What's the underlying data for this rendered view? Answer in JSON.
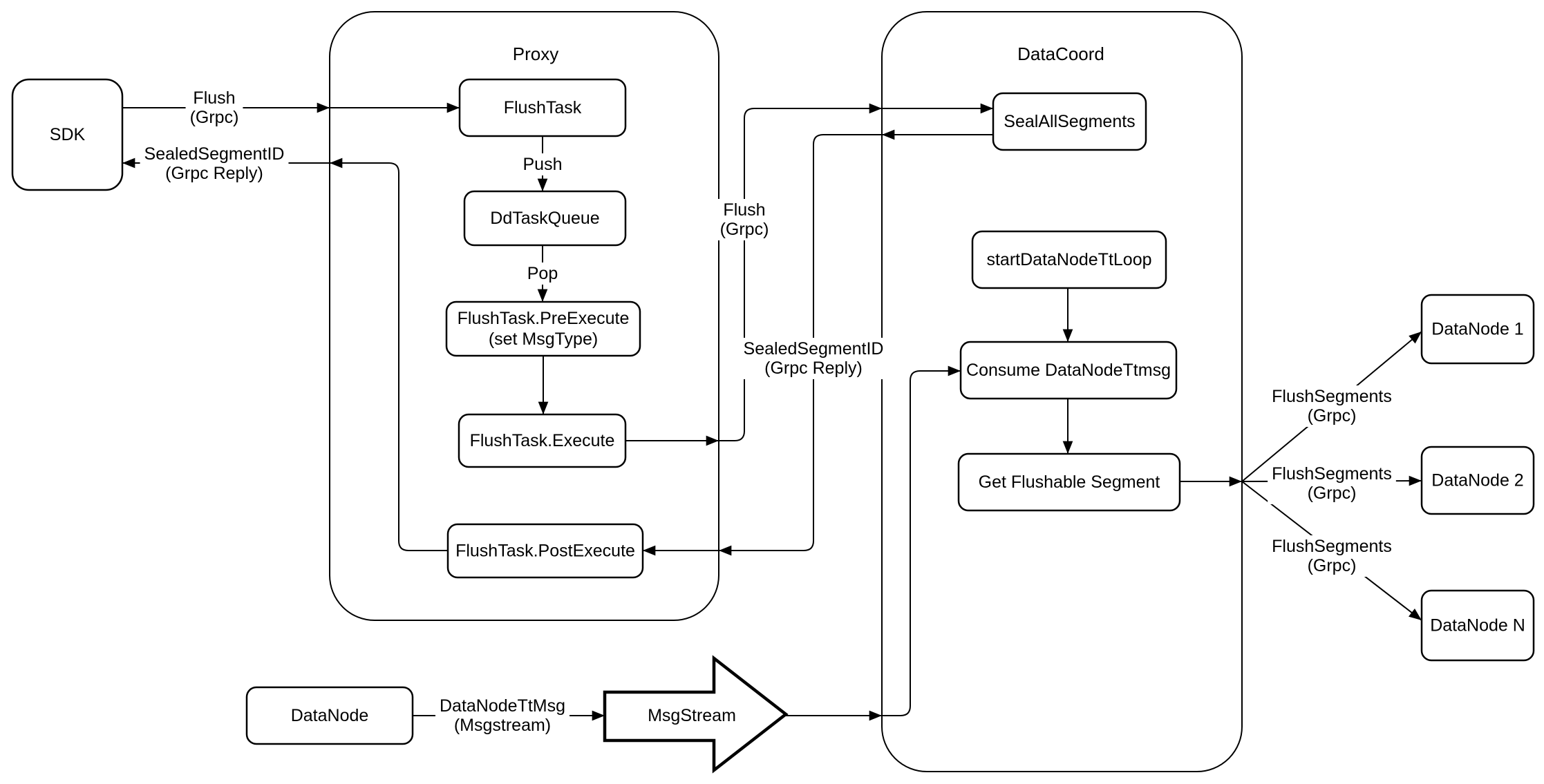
{
  "diagram": {
    "containers": {
      "proxy": {
        "title": "Proxy"
      },
      "datacoord": {
        "title": "DataCoord"
      }
    },
    "nodes": {
      "sdk": {
        "label": "SDK"
      },
      "flushtask": {
        "label": "FlushTask"
      },
      "ddtaskqueue": {
        "label": "DdTaskQueue"
      },
      "preexecute": {
        "label": "FlushTask.PreExecute",
        "label2": "(set MsgType)"
      },
      "execute": {
        "label": "FlushTask.Execute"
      },
      "postexecute": {
        "label": "FlushTask.PostExecute"
      },
      "sealallsegments": {
        "label": "SealAllSegments"
      },
      "startdatanodettloop": {
        "label": "startDataNodeTtLoop"
      },
      "consume": {
        "label": "Consume DataNodeTtmsg"
      },
      "getflushable": {
        "label": "Get Flushable Segment"
      },
      "datanode1": {
        "label": "DataNode 1"
      },
      "datanode2": {
        "label": "DataNode 2"
      },
      "datanoden": {
        "label": "DataNode N"
      },
      "datanode": {
        "label": "DataNode"
      },
      "msgstream": {
        "label": "MsgStream"
      }
    },
    "edge_labels": {
      "flush_sdk": {
        "line1": "Flush",
        "line2": "(Grpc)"
      },
      "sealed_sdk": {
        "line1": "SealedSegmentID",
        "line2": "(Grpc Reply)"
      },
      "push": {
        "line1": "Push"
      },
      "pop": {
        "line1": "Pop"
      },
      "flush_mid": {
        "line1": "Flush",
        "line2": "(Grpc)"
      },
      "sealed_mid": {
        "line1": "SealedSegmentID",
        "line2": "(Grpc Reply)"
      },
      "flushsegments_1": {
        "line1": "FlushSegments",
        "line2": "(Grpc)"
      },
      "flushsegments_2": {
        "line1": "FlushSegments",
        "line2": "(Grpc)"
      },
      "flushsegments_3": {
        "line1": "FlushSegments",
        "line2": "(Grpc)"
      },
      "datanodettmsg": {
        "line1": "DataNodeTtMsg",
        "line2": "(Msgstream)"
      }
    },
    "colors": {
      "stroke": "#000000",
      "node_fill": "#ffffff",
      "background": "#ffffff"
    }
  }
}
